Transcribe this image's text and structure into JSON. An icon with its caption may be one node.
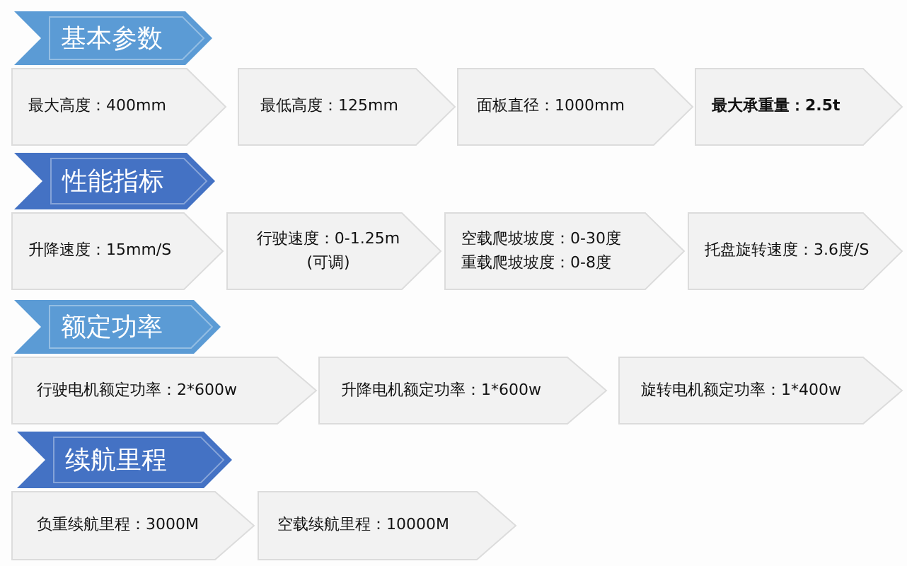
{
  "diagram": {
    "nodes": [
      {
        "text": [
          "基本参数"
        ]
      },
      {
        "text": [
          "最大高度：400mm"
        ]
      },
      {
        "text": [
          "最低高度：125mm"
        ]
      },
      {
        "text": [
          "面板直径：1000mm"
        ]
      },
      {
        "text": [
          "最大承重量：2.5t"
        ]
      },
      {
        "text": [
          "性能指标"
        ]
      },
      {
        "text": [
          "升降速度：15mm/S"
        ]
      },
      {
        "text": [
          "行驶速度：0-1.25m",
          "(可调)"
        ]
      },
      {
        "text": [
          "空载爬坡坡度：0-30度",
          "重载爬坡坡度：0-8度"
        ]
      },
      {
        "text": [
          "托盘旋转速度：3.6度/S"
        ]
      },
      {
        "text": [
          "额定功率"
        ]
      },
      {
        "text": [
          "行驶电机额定功率：2*600w"
        ]
      },
      {
        "text": [
          "升降电机额定功率：1*600w"
        ]
      },
      {
        "text": [
          "旋转电机额定功率：1*400w"
        ]
      },
      {
        "text": [
          "续航里程"
        ]
      },
      {
        "text": [
          "负重续航里程：3000M"
        ]
      },
      {
        "text": [
          "空载续航里程：10000M"
        ]
      }
    ]
  }
}
